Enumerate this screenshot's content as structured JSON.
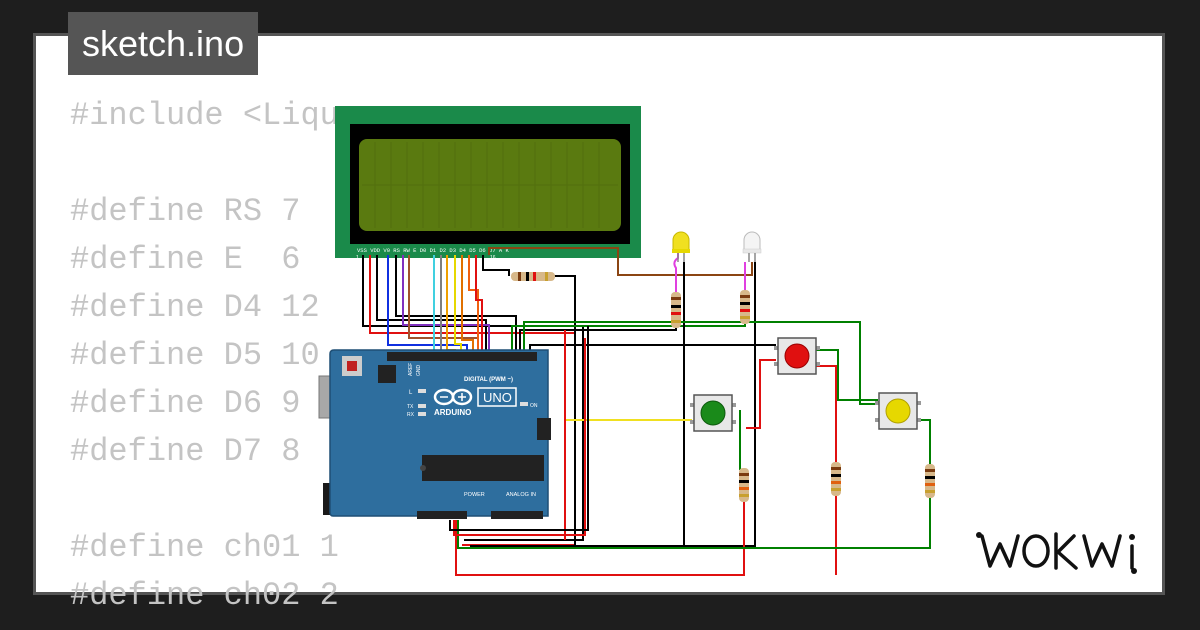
{
  "file_tab": {
    "label": "sketch.ino"
  },
  "code_lines": [
    "#include <Liqu",
    "",
    "#define RS 7",
    "#define E  6",
    "#define D4 12",
    "#define D5 10",
    "#define D6 9",
    "#define D7 8",
    "",
    "#define ch01 1",
    "#define ch02 2"
  ],
  "brand": {
    "logo_text": "WOKWI"
  },
  "arduino": {
    "brand_label": "ARDUINO",
    "model_label": "UNO",
    "digital_label": "DIGITAL (PWM ~)",
    "power_label": "POWER",
    "analog_label": "ANALOG IN",
    "on_label": "ON",
    "tx_label": "TX",
    "rx_label": "RX",
    "l_label": "L",
    "aref_label": "AREF",
    "gnd_label": "GND"
  },
  "lcd": {
    "pins_label": "VSS VDD V0 RS RW E D0 D1 D2 D3 D4 D5 D6 D7 A K",
    "pin_first": "1",
    "pin_last": "16"
  },
  "colors": {
    "background": "#1e1e1e",
    "card_border": "#555555",
    "code_text": "#c4c4c4",
    "lcd_board": "#1a8a4a",
    "lcd_screen": "#5a7a10",
    "arduino_board": "#2e6e9e",
    "button_red": "#e01010",
    "button_green": "#1a8a1a",
    "button_yellow": "#e6d800"
  }
}
